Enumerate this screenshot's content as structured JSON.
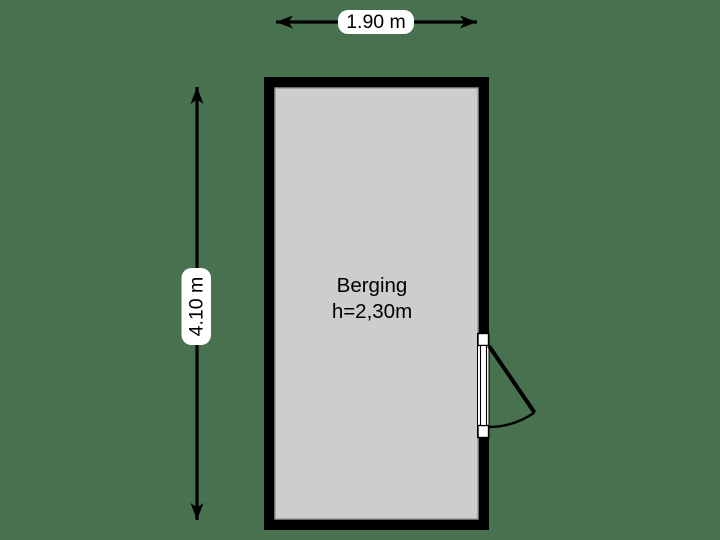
{
  "scene": {
    "background_color": "#47714F"
  },
  "room": {
    "name": "Berging",
    "ceiling_height_label": "h=2,30m",
    "floor_color": "#CDCDCD",
    "wall_color": "#000000"
  },
  "dimensions": {
    "width_label": "1.90 m",
    "height_label": "4.10 m",
    "arrow_color": "#000000",
    "label_background": "#FFFFFF"
  },
  "door": {
    "leaf_color": "#FFFFFF",
    "swing_color": "#000000"
  }
}
